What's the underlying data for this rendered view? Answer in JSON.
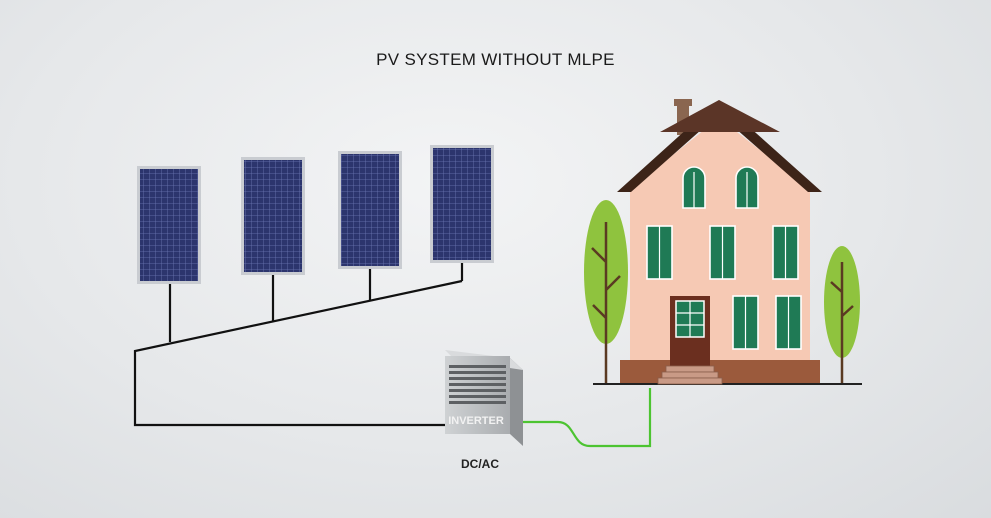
{
  "diagram": {
    "title": "PV SYSTEM WITHOUT MLPE",
    "inverter": {
      "label": "INVERTER",
      "sublabel": "DC/AC"
    },
    "panels": [
      {
        "name": "solar-panel-1"
      },
      {
        "name": "solar-panel-2"
      },
      {
        "name": "solar-panel-3"
      },
      {
        "name": "solar-panel-4"
      }
    ],
    "colors": {
      "panel_frame": "#c9ccd1",
      "panel_cell": "#2f3770",
      "dc_wire": "#111111",
      "ac_wire": "#4cc431",
      "house_wall": "#f6c9b4",
      "roof": "#5b3527",
      "window": "#1f7a55",
      "tree": "#8fc33e",
      "inverter_body": "#b9bcbf"
    }
  }
}
